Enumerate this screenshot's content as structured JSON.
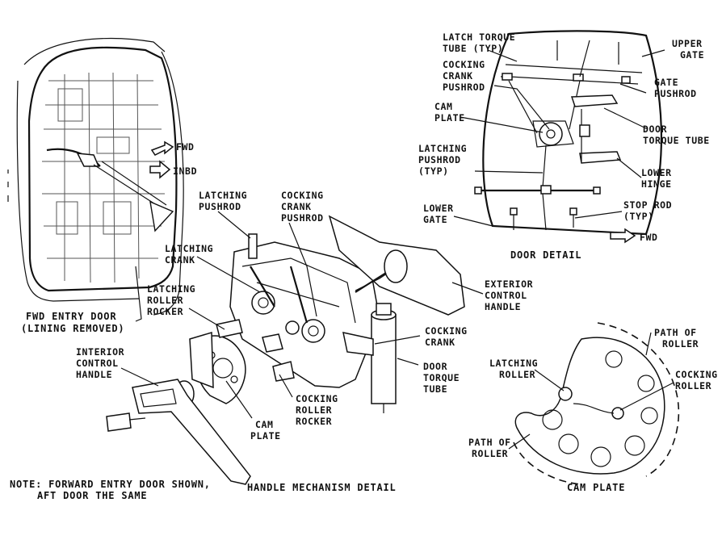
{
  "labels": {
    "latch_torque_tube": [
      "LATCH TORQUE",
      "TUBE (TYP)"
    ],
    "upper_gate": [
      "UPPER",
      "GATE"
    ],
    "cocking_crank_pushrod_top": [
      "COCKING",
      "CRANK",
      "PUSHROD"
    ],
    "gate_pushrod": [
      "GATE",
      "PUSHROD"
    ],
    "cam_plate_top": [
      "CAM",
      "PLATE"
    ],
    "door_torque_tube_top": [
      "DOOR",
      "TORQUE TUBE"
    ],
    "latching_pushrod_typ": [
      "LATCHING",
      "PUSHROD",
      "(TYP)"
    ],
    "lower_hinge": [
      "LOWER",
      "HINGE"
    ],
    "lower_gate": [
      "LOWER",
      "GATE"
    ],
    "stop_rod": [
      "STOP ROD",
      "(TYP)"
    ],
    "fwd_top": "FWD",
    "door_detail": "DOOR DETAIL",
    "fwd_left": "FWD",
    "inbd": "INBD",
    "fwd_entry_door": [
      "FWD ENTRY DOOR",
      "(LINING REMOVED)"
    ],
    "latching_pushrod_mech": [
      "LATCHING",
      "PUSHROD"
    ],
    "cocking_crank_pushrod_mech": [
      "COCKING",
      "CRANK",
      "PUSHROD"
    ],
    "latching_crank": [
      "LATCHING",
      "CRANK"
    ],
    "latching_roller_rocker": [
      "LATCHING",
      "ROLLER",
      "ROCKER"
    ],
    "exterior_control_handle": [
      "EXTERIOR",
      "CONTROL",
      "HANDLE"
    ],
    "interior_control_handle": [
      "INTERIOR",
      "CONTROL",
      "HANDLE"
    ],
    "cocking_crank": [
      "COCKING",
      "CRANK"
    ],
    "door_torque_tube_mech": [
      "DOOR",
      "TORQUE",
      "TUBE"
    ],
    "cocking_roller_rocker": [
      "COCKING",
      "ROLLER",
      "ROCKER"
    ],
    "cam_plate_mech": [
      "CAM",
      "PLATE"
    ],
    "path_of_roller_top": [
      "PATH OF",
      "ROLLER"
    ],
    "latching_roller": [
      "LATCHING",
      "ROLLER"
    ],
    "cocking_roller": [
      "COCKING",
      "ROLLER"
    ],
    "path_of_roller_bottom": [
      "PATH OF",
      "ROLLER"
    ],
    "note": [
      "NOTE: FORWARD ENTRY DOOR SHOWN,",
      "AFT DOOR THE SAME"
    ],
    "handle_mechanism_detail": "HANDLE MECHANISM DETAIL",
    "cam_plate_caption": "CAM PLATE"
  }
}
